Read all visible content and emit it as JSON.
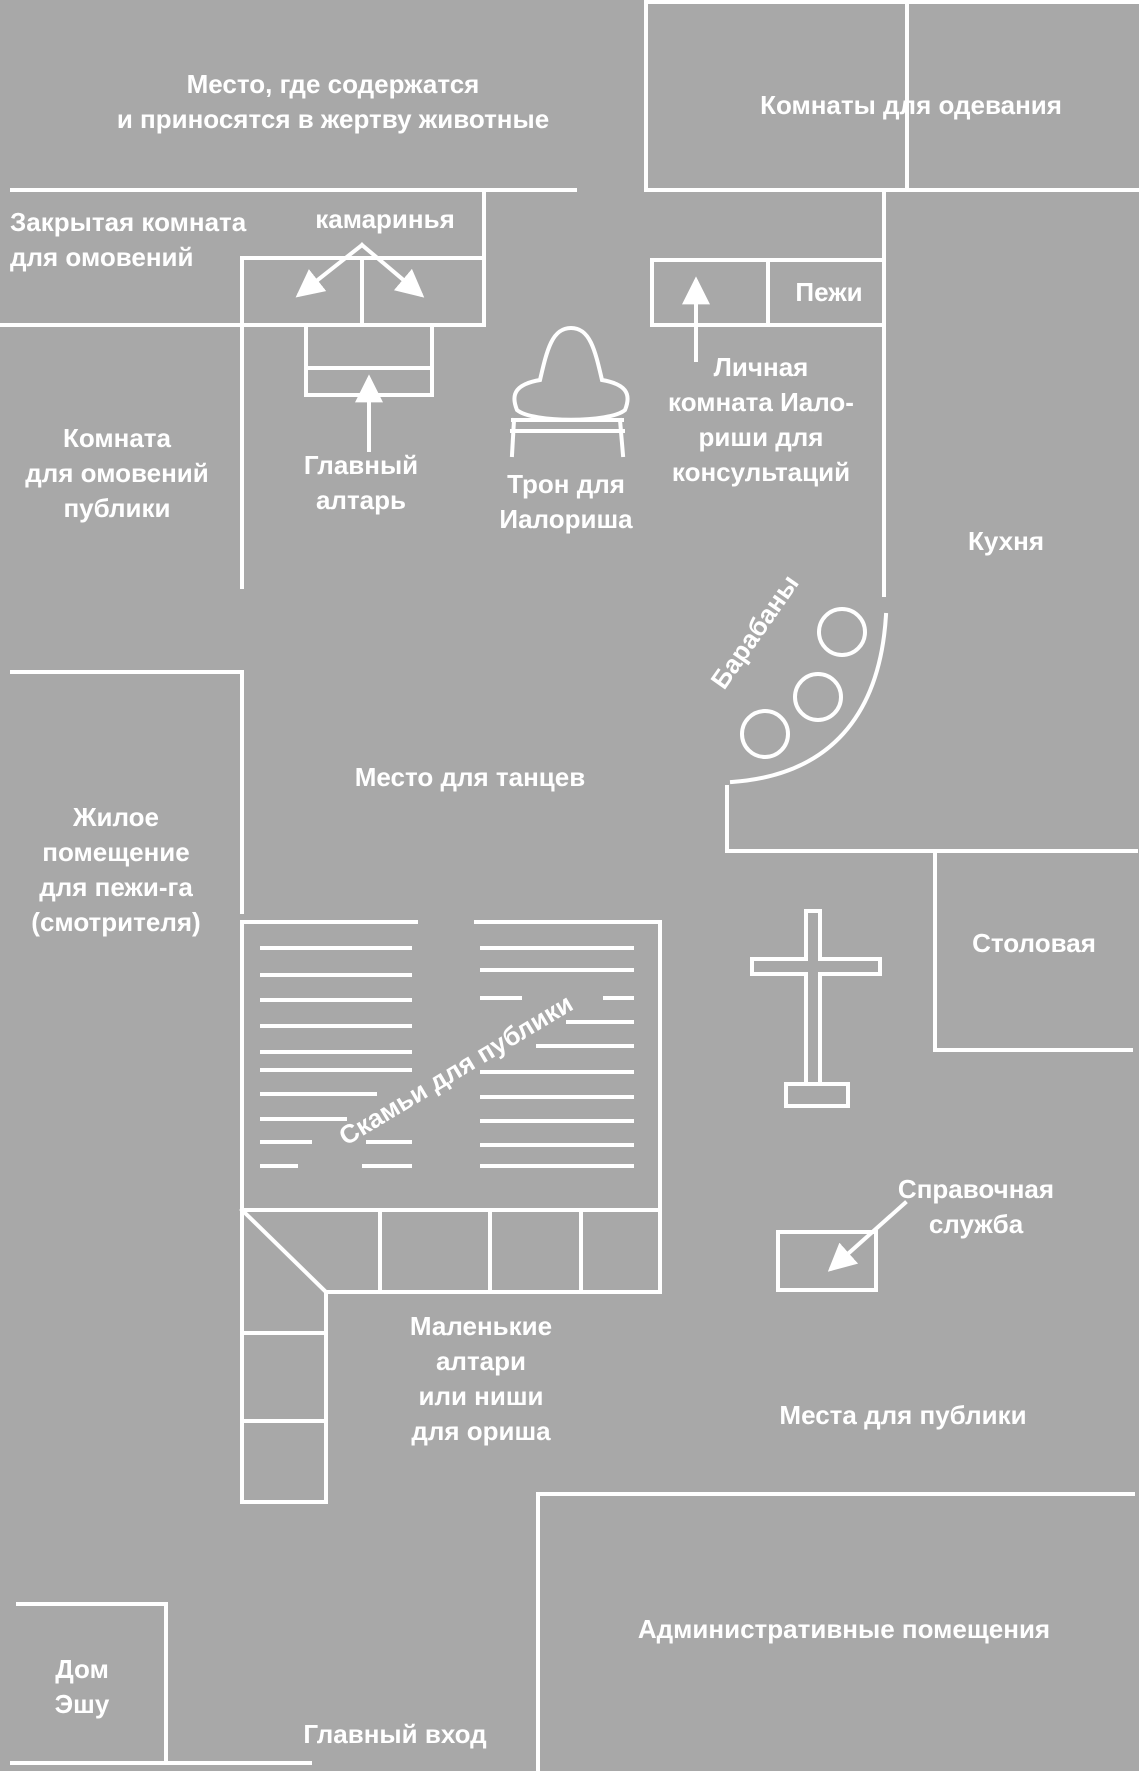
{
  "plan": {
    "colors": {
      "background": "#a8a8a8",
      "lines": "#ffffff"
    },
    "labels": {
      "sacrifice_place_1": "Место, где содержатся",
      "sacrifice_place_2": "и приносятся в жертву животные",
      "dressing_rooms": "Комнаты для одевания",
      "closed_ablution_1": "Закрытая комната",
      "closed_ablution_2": "для омовений",
      "kamarinya": "камаринья",
      "pezhi": "Пежи",
      "public_ablution_1": "Комната",
      "public_ablution_2": "для омовений",
      "public_ablution_3": "публики",
      "main_altar_1": "Главный",
      "main_altar_2": "алтарь",
      "throne_1": "Трон для",
      "throne_2": "Иалориша",
      "private_room_1": "Личная",
      "private_room_2": "комната Иало-",
      "private_room_3": "риши для",
      "private_room_4": "консультаций",
      "kitchen": "Кухня",
      "drums": "Барабаны",
      "dance_place": "Место для танцев",
      "living_1": "Жилое",
      "living_2": "помещение",
      "living_3": "для пежи-га",
      "living_4": "(смотрителя)",
      "dining": "Столовая",
      "benches": "Скамьи для публики",
      "info_1": "Справочная",
      "info_2": "служба",
      "small_altars_1": "Маленькие",
      "small_altars_2": "алтари",
      "small_altars_3": "или ниши",
      "small_altars_4": "для ориша",
      "public_places": "Места для публики",
      "admin": "Административные помещения",
      "eshu_1": "Дом",
      "eshu_2": "Эшу",
      "main_entrance": "Главный вход"
    },
    "icons": [
      "cross-icon",
      "throne-icon",
      "drum-icon",
      "arrow-icon"
    ]
  }
}
